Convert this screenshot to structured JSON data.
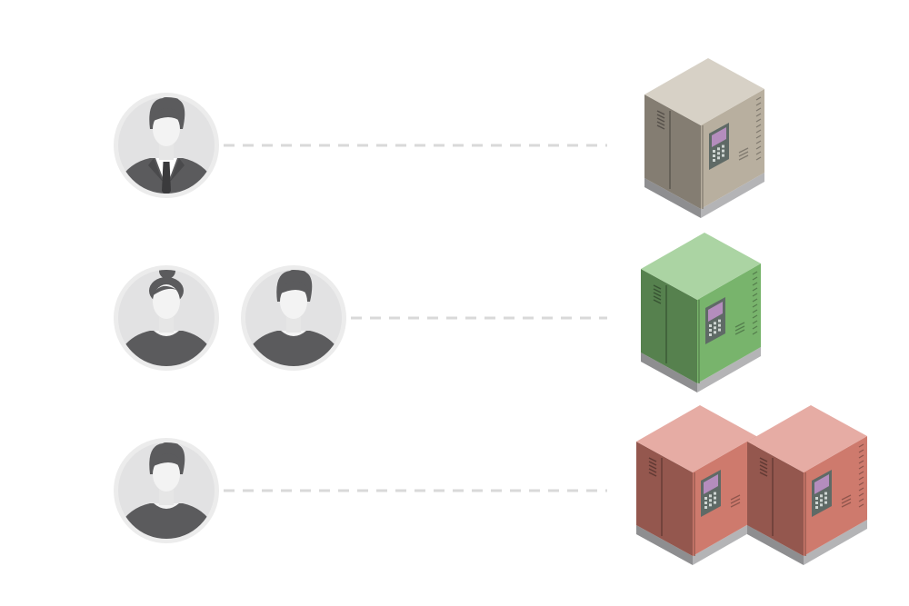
{
  "colors": {
    "background": "#ffffff",
    "avatar_ring": "#ececec",
    "avatar_face": "#f3f3f3",
    "avatar_clothing": "#5b5b5d",
    "avatar_hair": "#5b5b5d",
    "connector": "#d9d9d9",
    "cabinet_tan": "#c2b8a7",
    "cabinet_green": "#7ebd72",
    "cabinet_red": "#d98073",
    "panel_screen": "#b48dbd"
  },
  "rows": [
    {
      "id": "row-1",
      "people": [
        {
          "type": "man-suit"
        }
      ],
      "units": [
        {
          "color": "tan"
        }
      ]
    },
    {
      "id": "row-2",
      "people": [
        {
          "type": "woman"
        },
        {
          "type": "man"
        }
      ],
      "units": [
        {
          "color": "green"
        }
      ]
    },
    {
      "id": "row-3",
      "people": [
        {
          "type": "man"
        }
      ],
      "units": [
        {
          "color": "red"
        },
        {
          "color": "red"
        }
      ]
    }
  ]
}
